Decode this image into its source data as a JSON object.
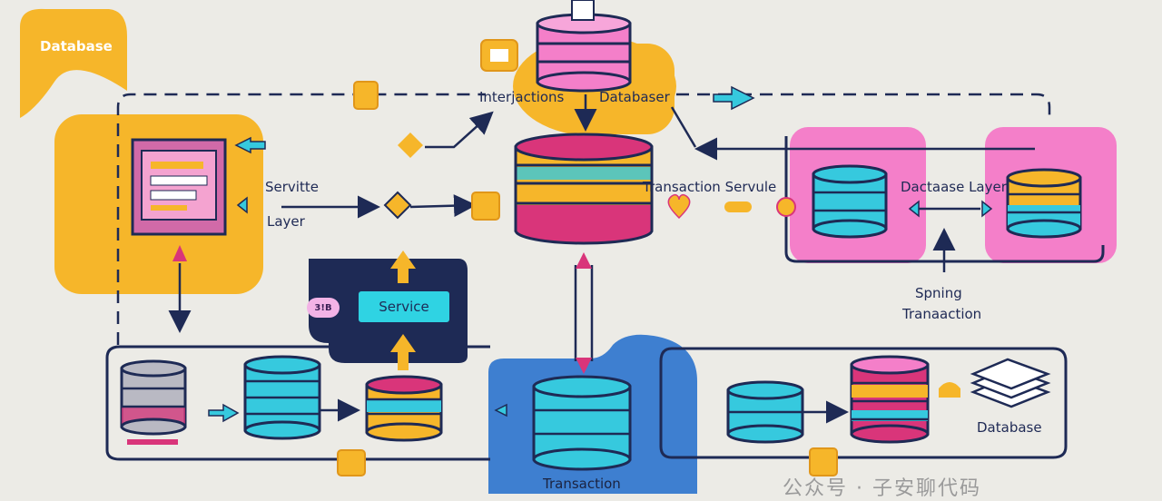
{
  "labels": {
    "database_top_left": "Database",
    "interactions": "Interjactions",
    "database_top_mid": "Databaser",
    "service_layer_line1": "Servitte",
    "service_layer_line2": "Layer",
    "transaction_service": "Transaction Servule",
    "database_layer": "Dactaase Layer",
    "spring_transaction_line1": "Spning",
    "spring_transaction_line2": "Tranaaction",
    "service_button": "Service",
    "service_badge": "3!B",
    "database_bottom_right": "Database",
    "transaction_bottom": "Transaction",
    "watermark": "公众号 · 子安聊代码"
  },
  "colors": {
    "navy": "#1e2a55",
    "yellow": "#f6b62a",
    "pink": "#f47fc9",
    "cyan": "#36c9de",
    "blue": "#3e7fd0",
    "magenta": "#d9357a"
  }
}
